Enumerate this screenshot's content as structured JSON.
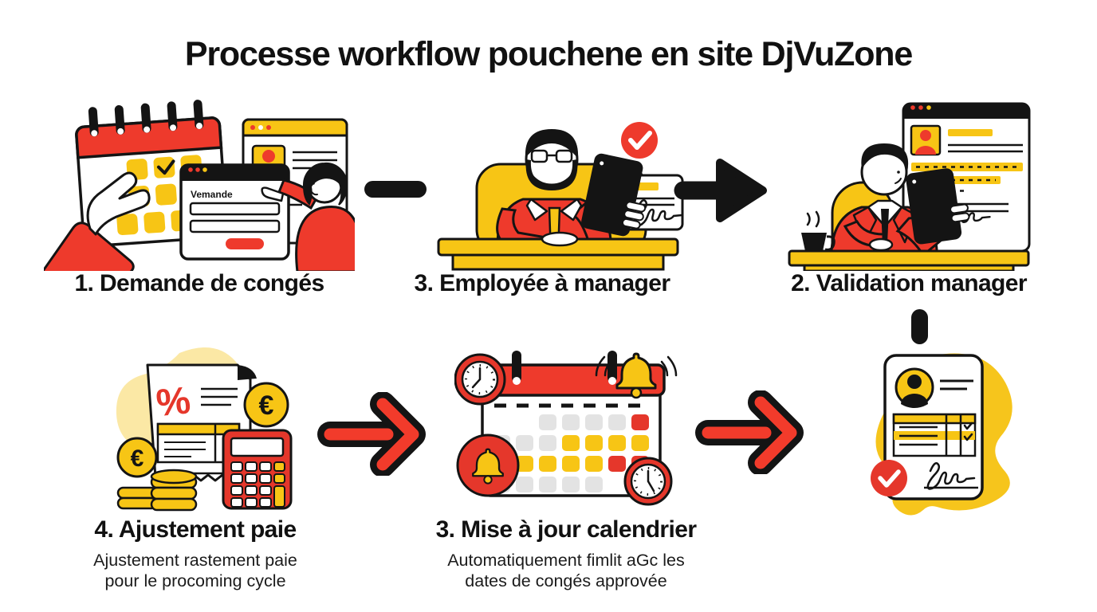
{
  "title": "Processe workflow pouchene en site DjVuZone",
  "steps": {
    "demande": {
      "label": "1. Demande de congés"
    },
    "employee": {
      "label": "3. Employée à manager"
    },
    "validation": {
      "label": "2. Validation manager"
    },
    "paie": {
      "label": "4. Ajustement paie",
      "sublabel": "Ajustement rastement paie pour le procoming cycle"
    },
    "calendrier": {
      "label": "3. Mise à jour calendrier",
      "sublabel": "Automatiquement fimlit aGc les dates de congés approvée"
    }
  },
  "illustrations": {
    "request_form": {
      "window_title": "Vemande"
    },
    "payroll": {
      "percent_symbol": "%",
      "euro_symbol": "€"
    }
  },
  "colors": {
    "red": "#EE3A2C",
    "arrow_red": "#F23B2B",
    "yellow": "#F7C515",
    "pale_yellow": "#FBE8A5",
    "orange_check": "#EF7D2A",
    "gray_day": "#E3E3E3",
    "black": "#141414",
    "background": "#FFFFFF"
  }
}
